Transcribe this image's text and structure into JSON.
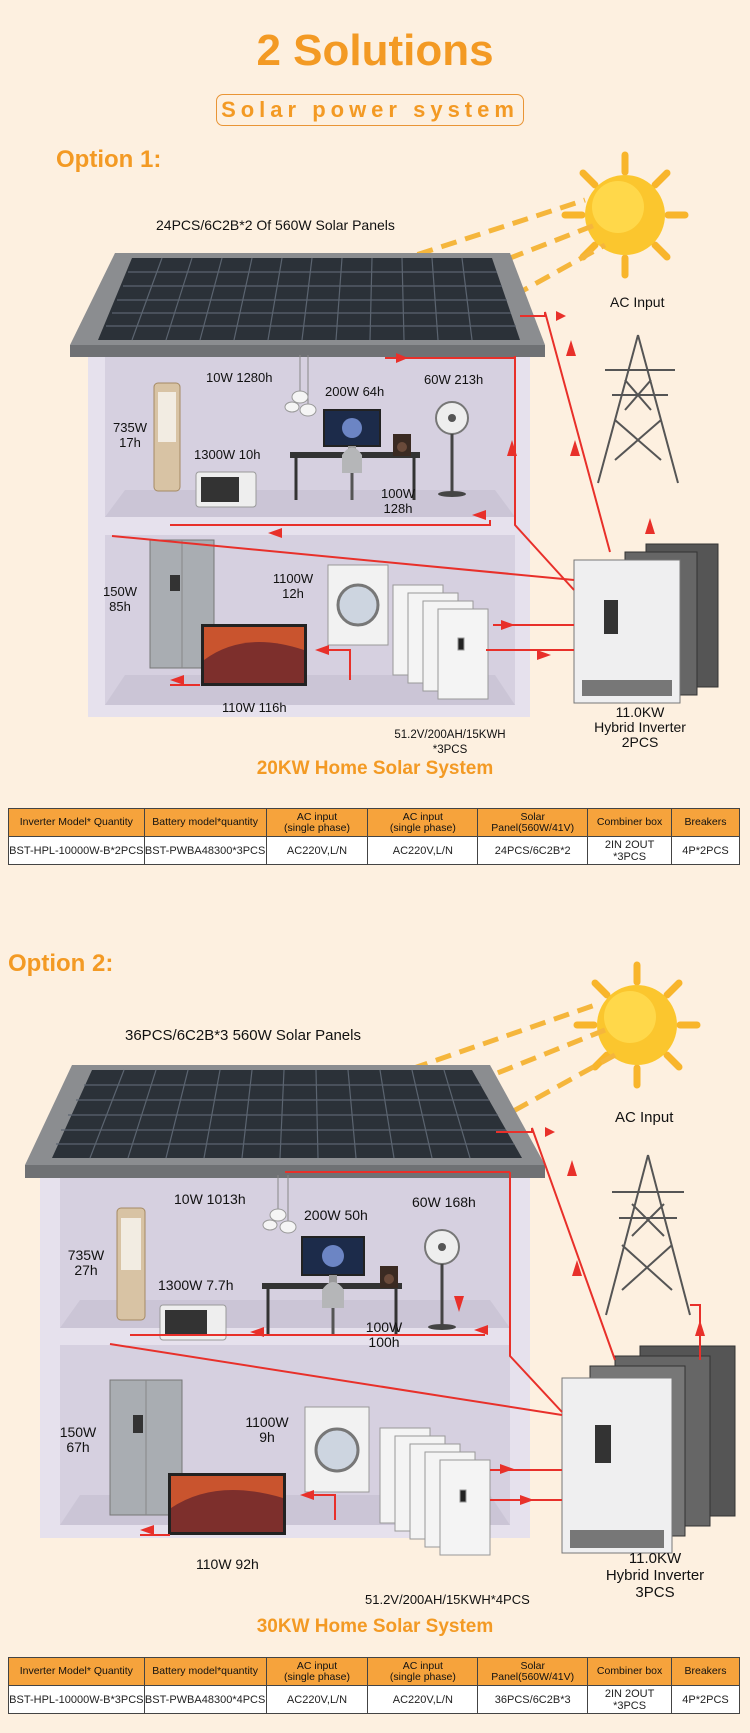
{
  "header": {
    "title": "2 Solutions",
    "subtitle": "Solar power system"
  },
  "table_headers": [
    "Inverter Model* Quantity",
    "Battery model*quantity",
    "AC input\n(single phase)",
    "AC input\n(single phase)",
    "Solar Panel(560W/41V)",
    "Combiner box",
    "Breakers"
  ],
  "option1": {
    "title": "Option 1:",
    "panels_label": "24PCS/6C2B*2 Of 560W Solar Panels",
    "ac_input": "AC Input",
    "lamp": "10W 1280h",
    "computer": "200W 64h",
    "fan": "60W 213h",
    "aircon_w": "735W",
    "aircon_h": "17h",
    "microwave": "1300W 10h",
    "speaker_w": "100W",
    "speaker_h": "128h",
    "fridge_w": "150W",
    "fridge_h": "85h",
    "washer_w": "1100W",
    "washer_h": "12h",
    "tv": "110W 116h",
    "battery_1": "51.2V/200AH/15KWH",
    "battery_2": "*3PCS",
    "inverter_1": "11.0KW",
    "inverter_2": "Hybrid Inverter",
    "inverter_3": "2PCS",
    "system_title": "20KW Home Solar System",
    "row": [
      "BST-HPL-10000W-B*2PCS",
      "BST-PWBA48300*3PCS",
      "AC220V,L/N",
      "AC220V,L/N",
      "24PCS/6C2B*2",
      "2IN 2OUT *3PCS",
      "4P*2PCS"
    ]
  },
  "option2": {
    "title": "Option 2:",
    "panels_label": "36PCS/6C2B*3 560W Solar Panels",
    "ac_input": "AC Input",
    "lamp": "10W 1013h",
    "computer": "200W 50h",
    "fan": "60W 168h",
    "aircon_w": "735W",
    "aircon_h": "27h",
    "microwave": "1300W 7.7h",
    "speaker_w": "100W",
    "speaker_h": "100h",
    "fridge_w": "150W",
    "fridge_h": "67h",
    "washer_w": "1100W",
    "washer_h": "9h",
    "tv": "110W 92h",
    "battery_1": "51.2V/200AH/15KWH*4PCS",
    "inverter_1": "11.0KW",
    "inverter_2": "Hybrid Inverter",
    "inverter_3": "3PCS",
    "system_title": "30KW Home Solar System",
    "row": [
      "BST-HPL-10000W-B*3PCS",
      "BST-PWBA48300*4PCS",
      "AC220V,L/N",
      "AC220V,L/N",
      "36PCS/6C2B*3",
      "2IN 2OUT *3PCS",
      "4P*2PCS"
    ]
  },
  "colors": {
    "accent": "#f39a24",
    "wire": "#e8302a",
    "table_header": "#f6a33c"
  }
}
